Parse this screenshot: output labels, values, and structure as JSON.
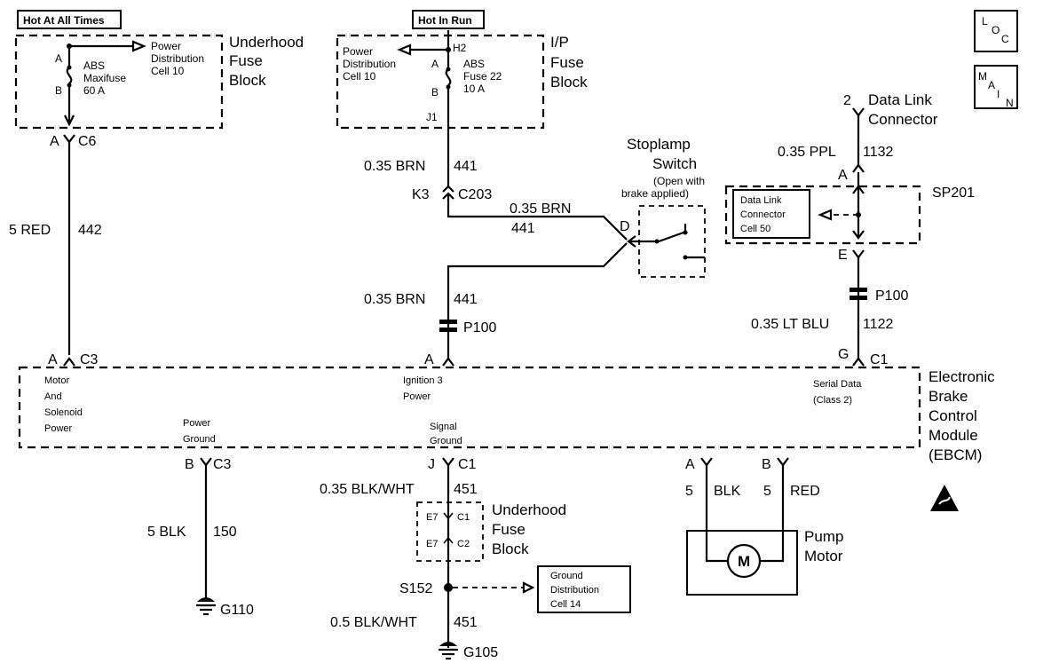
{
  "labels": {
    "hot_at_all_times": "Hot At All Times",
    "hot_in_run": "Hot In Run",
    "loc": [
      "L",
      "O",
      "C"
    ],
    "main": [
      "M",
      "A",
      "I",
      "N"
    ]
  },
  "underhood_fuse_block_top": {
    "title": [
      "Underhood",
      "Fuse",
      "Block"
    ],
    "fuse_pin_a": "A",
    "fuse_pin_b": "B",
    "fuse_name": [
      "ABS",
      "Maxifuse",
      "60 A"
    ],
    "power_ref": [
      "Power",
      "Distribution",
      "Cell 10"
    ]
  },
  "ip_fuse_block": {
    "title": [
      "I/P",
      "Fuse",
      "Block"
    ],
    "power_ref": [
      "Power",
      "Distribution",
      "Cell 10"
    ],
    "pin_h2": "H2",
    "fuse_pin_a": "A",
    "fuse_pin_b": "B",
    "fuse_name": [
      "ABS",
      "Fuse 22",
      "10 A"
    ],
    "pin_j1": "J1"
  },
  "connectors": {
    "c6_pin": "A",
    "c6": "C6",
    "k3": "K3",
    "c203": "C203",
    "c3_a_pin": "A",
    "c3": "C3",
    "ign_pin": "A",
    "g_pin": "G",
    "c1": "C1",
    "b_pin": "B",
    "c3_b": "C3",
    "j_pin": "J",
    "c1_j": "C1",
    "dlc_pin_2": "2",
    "dlc_pin_a": "A",
    "dlc_pin_e": "E",
    "pump_pin_a": "A",
    "pump_pin_b": "B"
  },
  "wires": {
    "red_442_gauge": "5 RED",
    "red_442_circuit": "442",
    "brn_441_gauge_1": "0.35 BRN",
    "brn_441_circuit_1": "441",
    "brn_441_gauge_2": "0.35 BRN",
    "brn_441_circuit_2": "441",
    "brn_441_gauge_3": "0.35 BRN",
    "brn_441_circuit_3": "441",
    "ppl_gauge": "0.35 PPL",
    "ppl_circuit": "1132",
    "ltblu_gauge": "0.35 LT BLU",
    "ltblu_circuit": "1122",
    "blk_150_gauge": "5 BLK",
    "blk_150_circuit": "150",
    "blkwht_451_gauge_1": "0.35 BLK/WHT",
    "blkwht_451_circuit_1": "451",
    "blkwht_451_gauge_2": "0.5 BLK/WHT",
    "blkwht_451_circuit_2": "451",
    "pump_blk_gauge": "5",
    "pump_blk_color": "BLK",
    "pump_red_gauge": "5",
    "pump_red_color": "RED"
  },
  "stoplamp_switch": {
    "title": [
      "Stoplamp",
      "Switch"
    ],
    "note": [
      "(Open with",
      "brake applied)"
    ],
    "pin": "D"
  },
  "data_link": {
    "title": [
      "Data Link",
      "Connector"
    ],
    "splice": "SP201",
    "ref": [
      "Data Link",
      "Connector",
      "Cell 50"
    ]
  },
  "splices_and_grounds": {
    "p100_left": "P100",
    "p100_right": "P100",
    "s152": "S152",
    "g110": "G110",
    "g105": "G105"
  },
  "ebcm": {
    "title": [
      "Electronic",
      "Brake",
      "Control",
      "Module",
      "(EBCM)"
    ],
    "motor_power": [
      "Motor",
      "And",
      "Solenoid",
      "Power"
    ],
    "ign3": [
      "Ignition 3",
      "Power"
    ],
    "serial": [
      "Serial Data",
      "(Class 2)"
    ],
    "power_ground": [
      "Power",
      "Ground"
    ],
    "signal_ground": [
      "Signal",
      "Ground"
    ]
  },
  "underhood_fuse_block_bottom": {
    "title": [
      "Underhood",
      "Fuse",
      "Block"
    ],
    "e7_top": "E7",
    "c1_top": "C1",
    "e7_bot": "E7",
    "c2_bot": "C2"
  },
  "ground_ref": [
    "Ground",
    "Distribution",
    "Cell 14"
  ],
  "pump_motor": {
    "title": [
      "Pump",
      "Motor"
    ],
    "symbol": "M"
  }
}
